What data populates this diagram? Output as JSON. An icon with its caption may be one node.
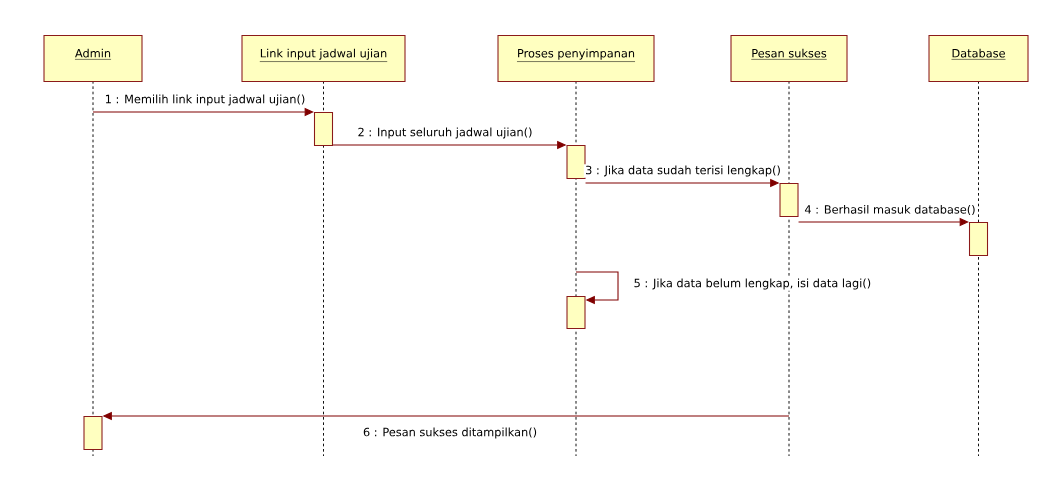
{
  "diagram": {
    "nodes": [
      {
        "text": [
          "Admin"
        ]
      },
      {
        "text": [
          "Link input jadwal ujian"
        ]
      },
      {
        "text": [
          "Proses penyimpanan"
        ]
      },
      {
        "text": [
          "Pesan sukses"
        ]
      },
      {
        "text": [
          "Database"
        ]
      },
      {
        "text": [],
        "shape": "bar",
        "in": 1
      },
      {
        "text": [],
        "shape": "bar",
        "in": 2
      },
      {
        "text": [],
        "shape": "bar",
        "in": 3
      },
      {
        "text": [],
        "shape": "bar",
        "in": 4
      },
      {
        "text": [],
        "shape": "bar",
        "in": 2
      },
      {
        "text": [],
        "shape": "bar",
        "in": 0
      }
    ],
    "edges": [
      {
        "from": 0,
        "to": 5,
        "arrow": "to",
        "label": "1 : Memilih link input jadwal ujian()"
      },
      {
        "from": 5,
        "to": 6,
        "arrow": "to",
        "label": "2 : Input seluruh jadwal ujian()"
      },
      {
        "from": 6,
        "to": 7,
        "arrow": "to",
        "label": "3 : Jika data sudah terisi lengkap()"
      },
      {
        "from": 7,
        "to": 8,
        "arrow": "to",
        "label": "4 : Berhasil masuk database()"
      },
      {
        "from": 9,
        "to": 9,
        "arrow": "to",
        "label": "5 : Jika data belum lengkap, isi data lagi()"
      },
      {
        "from": 3,
        "to": 10,
        "arrow": "to",
        "label": "6 : Pesan sukses ditampilkan()"
      }
    ]
  }
}
